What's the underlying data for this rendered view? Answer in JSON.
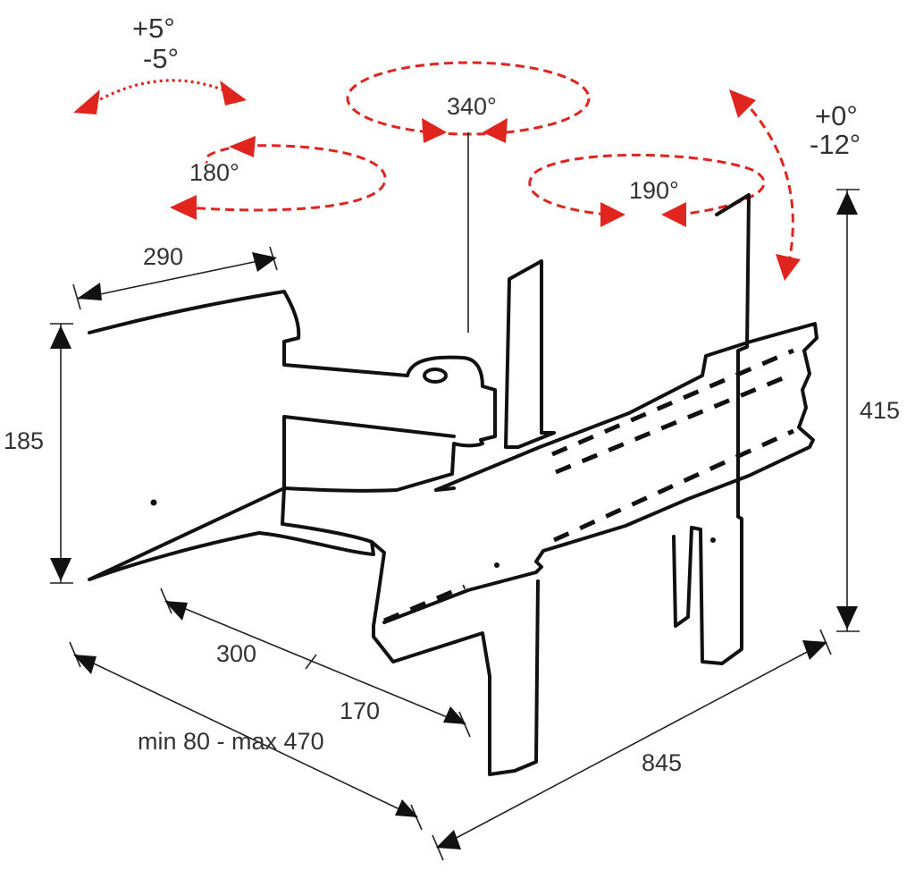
{
  "diagram": {
    "colors": {
      "rotation_arrows": "#e0241e",
      "outline": "#111111",
      "text": "#333333"
    },
    "angles": {
      "tilt_top_plus": "+5°",
      "tilt_top_minus": "-5°",
      "swivel_wall": "180°",
      "swivel_center": "340°",
      "swivel_plate": "190°",
      "tilt_plate_plus": "+0°",
      "tilt_plate_minus": "-12°"
    },
    "dimensions": {
      "wall_plate_width": "290",
      "wall_plate_height": "185",
      "arm_segment_1": "300",
      "arm_segment_2": "170",
      "extension_range": "min 80 - max 470",
      "tv_plate_width": "845",
      "tv_plate_height": "415"
    }
  }
}
